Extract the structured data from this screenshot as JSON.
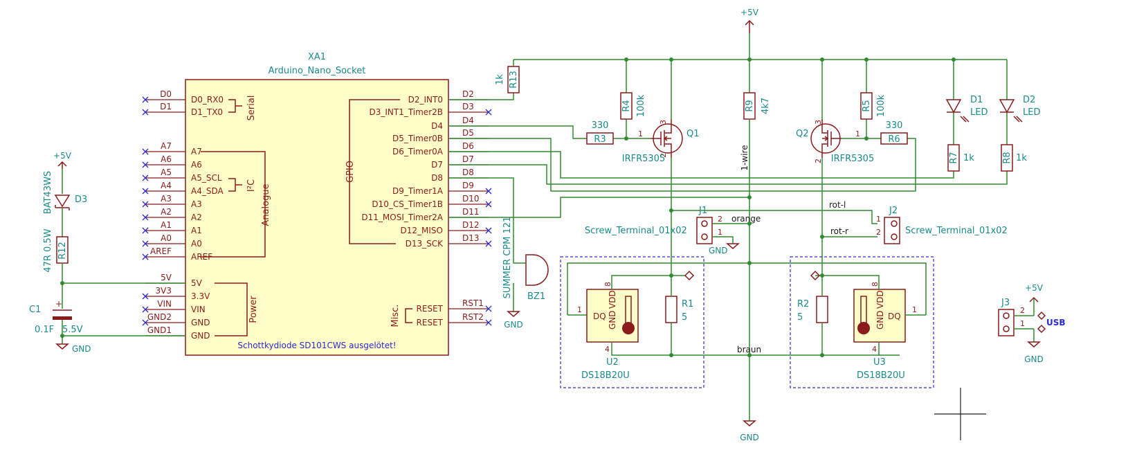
{
  "xa1": {
    "ref": "XA1",
    "value": "Arduino_Nano_Socket",
    "note": "Schottkydiode SD101CWS ausgelötet!",
    "groups": {
      "serial": "Serial",
      "i2c": "I²C",
      "analogue": "Analogue",
      "power": "Power",
      "misc": "Misc.",
      "gpio": "GPIO"
    },
    "left_pins": [
      {
        "name": "D0_RX0",
        "net": "D0"
      },
      {
        "name": "D1_TX0",
        "net": "D1"
      },
      {
        "name": "A7",
        "net": "A7"
      },
      {
        "name": "A6",
        "net": "A6"
      },
      {
        "name": "A5_SCL",
        "net": "A5"
      },
      {
        "name": "A4_SDA",
        "net": "A4"
      },
      {
        "name": "A3",
        "net": "A3"
      },
      {
        "name": "A2",
        "net": "A2"
      },
      {
        "name": "A1",
        "net": "A1"
      },
      {
        "name": "A0",
        "net": "A0"
      },
      {
        "name": "AREF",
        "net": "AREF"
      },
      {
        "name": "5V",
        "net": "5V"
      },
      {
        "name": "3.3V",
        "net": "3V3"
      },
      {
        "name": "VIN",
        "net": "VIN"
      },
      {
        "name": "GND",
        "net": "GND2"
      },
      {
        "name": "GND",
        "net": "GND1"
      }
    ],
    "right_pins": [
      {
        "name": "D2_INT0",
        "net": "D2"
      },
      {
        "name": "D3_INT1_Timer2B",
        "net": "D3"
      },
      {
        "name": "D4",
        "net": "D4"
      },
      {
        "name": "D5_Timer0B",
        "net": "D5"
      },
      {
        "name": "D6_Timer0A",
        "net": "D6"
      },
      {
        "name": "D7",
        "net": "D7"
      },
      {
        "name": "D8",
        "net": "D8"
      },
      {
        "name": "D9_Timer1A",
        "net": "D9"
      },
      {
        "name": "D10_CS_Timer1B",
        "net": "D10"
      },
      {
        "name": "D11_MOSI_Timer2A",
        "net": "D11"
      },
      {
        "name": "D12_MISO",
        "net": "D12"
      },
      {
        "name": "D13_SCK",
        "net": "D13"
      },
      {
        "name": "RESET",
        "net": "RST1"
      },
      {
        "name": "RESET",
        "net": "RST2"
      }
    ]
  },
  "power": {
    "plus5v": "+5V",
    "gnd": "GND"
  },
  "parts": {
    "d3": {
      "ref": "D3",
      "value": "BAT43WS"
    },
    "r12": {
      "ref": "R12",
      "value": "47R 0.5W"
    },
    "c1": {
      "ref": "C1",
      "value": "0.1F",
      "value2": "5.5V",
      "plus": "+"
    },
    "r13": {
      "ref": "R13",
      "value": "1k"
    },
    "r3": {
      "ref": "R3",
      "value": "330"
    },
    "r4": {
      "ref": "R4",
      "value": "100k"
    },
    "q1": {
      "ref": "Q1",
      "value": "IRFR5305",
      "p1": "1",
      "p2": "2",
      "p3": "3"
    },
    "r9": {
      "ref": "R9",
      "value": "4k7"
    },
    "q2": {
      "ref": "Q2",
      "value": "IRFR5305",
      "p1": "1",
      "p2": "2",
      "p3": "3"
    },
    "r5": {
      "ref": "R5",
      "value": "100k"
    },
    "r6": {
      "ref": "R6",
      "value": "330"
    },
    "d1": {
      "ref": "D1",
      "value": "LED"
    },
    "d2": {
      "ref": "D2",
      "value": "LED"
    },
    "r7": {
      "ref": "R7",
      "value": "1k"
    },
    "r8": {
      "ref": "R8",
      "value": "1k"
    },
    "bz1": {
      "ref": "BZ1",
      "value": "SUMMER CPM 121"
    },
    "j1": {
      "ref": "J1",
      "value": "Screw_Terminal_01x02",
      "p1": "1",
      "p2": "2"
    },
    "j2": {
      "ref": "J2",
      "value": "Screw_Terminal_01x02",
      "p1": "1",
      "p2": "2"
    },
    "j3": {
      "ref": "J3",
      "p1": "1",
      "p2": "2"
    },
    "r1": {
      "ref": "R1",
      "value": "5"
    },
    "r2": {
      "ref": "R2",
      "value": "5"
    },
    "u2": {
      "ref": "U2",
      "value": "DS18B20U",
      "dq": "DQ",
      "gnd": "GND",
      "vdd": "VDD",
      "p1": "1",
      "p4": "4",
      "p8": "8"
    },
    "u3": {
      "ref": "U3",
      "value": "DS18B20U",
      "dq": "DQ",
      "gnd": "GND",
      "vdd": "VDD",
      "p1": "1",
      "p4": "4",
      "p8": "8"
    }
  },
  "nets": {
    "onewire": "1-wire",
    "orange": "orange",
    "rot_l": "rot-l",
    "rot_r": "rot-r",
    "braun": "braun",
    "usb": "USB"
  }
}
